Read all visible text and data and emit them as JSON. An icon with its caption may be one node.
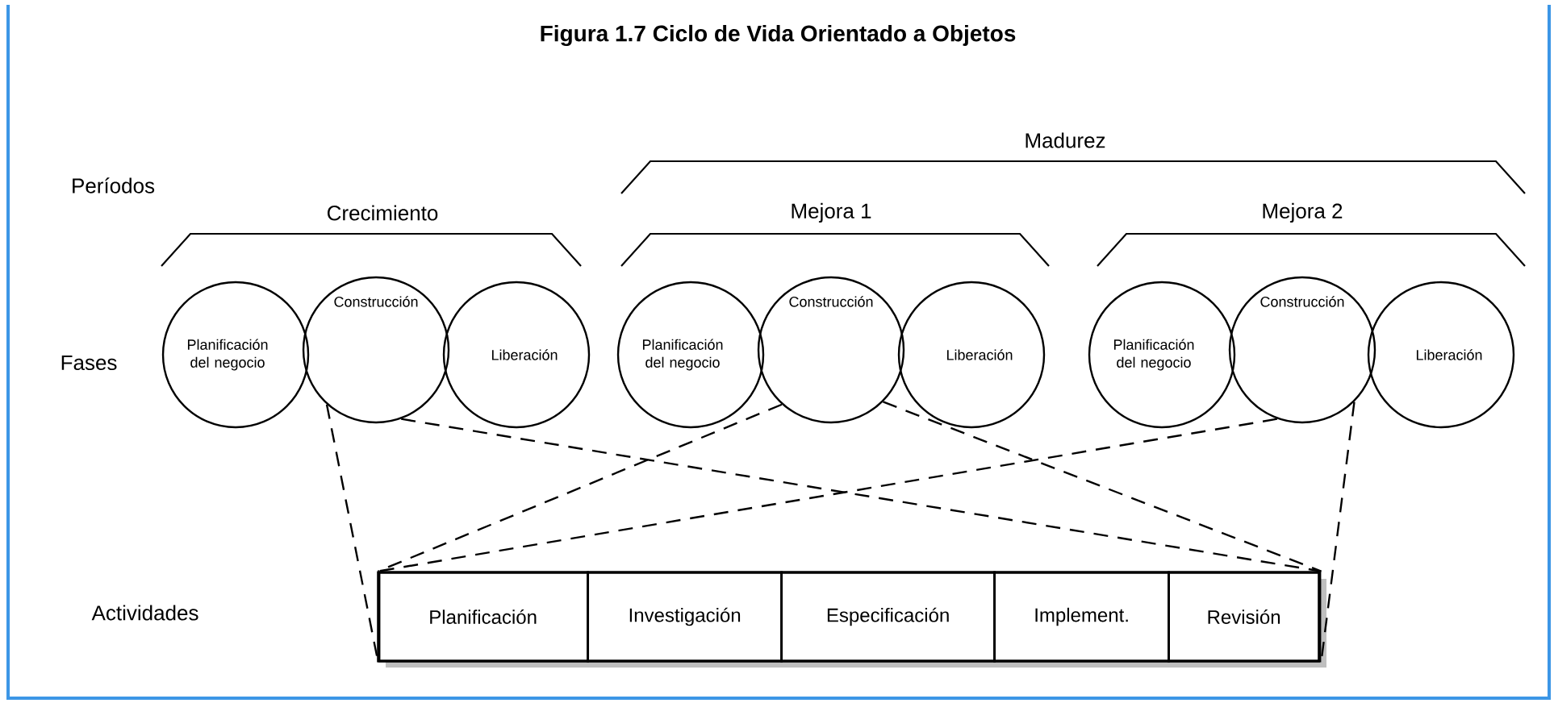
{
  "diagram": {
    "title": "Figura 1.7 Ciclo de Vida Orientado a Objetos",
    "nodes": [
      {
        "text": [
          "Planificación del negocio"
        ]
      },
      {
        "text": [
          "Construcción"
        ]
      },
      {
        "text": [
          "Liberación"
        ]
      },
      {
        "text": [
          "Planificación del negocio"
        ]
      },
      {
        "text": [
          "Construcción"
        ]
      },
      {
        "text": [
          "Liberación"
        ]
      },
      {
        "text": [
          "Planificación del negocio"
        ]
      },
      {
        "text": [
          "Construcción"
        ]
      },
      {
        "text": [
          "Liberación"
        ]
      },
      {
        "text": [],
        "shape": "box"
      },
      {
        "text": [
          "Planificación"
        ],
        "in": 9
      },
      {
        "text": [
          "Investigación"
        ],
        "in": 9
      },
      {
        "text": [
          "Especificación"
        ],
        "in": 9
      },
      {
        "text": [
          "Implement."
        ],
        "in": 9
      },
      {
        "text": [
          "Revisión"
        ],
        "in": 9
      }
    ],
    "edges": [
      {
        "from": 1,
        "to": 9,
        "arrow": "none",
        "style": "dashed"
      },
      {
        "from": 1,
        "to": 9,
        "arrow": "none",
        "style": "dashed"
      },
      {
        "from": 4,
        "to": 9,
        "arrow": "none",
        "style": "dashed"
      },
      {
        "from": 4,
        "to": 9,
        "arrow": "none",
        "style": "dashed"
      },
      {
        "from": 7,
        "to": 9,
        "arrow": "none",
        "style": "dashed"
      },
      {
        "from": 7,
        "to": 9,
        "arrow": "none",
        "style": "dashed"
      }
    ],
    "labels": [
      "Madurez",
      "Períodos",
      "Crecimiento",
      "Mejora 1",
      "Mejora 2",
      "Fases",
      "Actividades"
    ]
  }
}
